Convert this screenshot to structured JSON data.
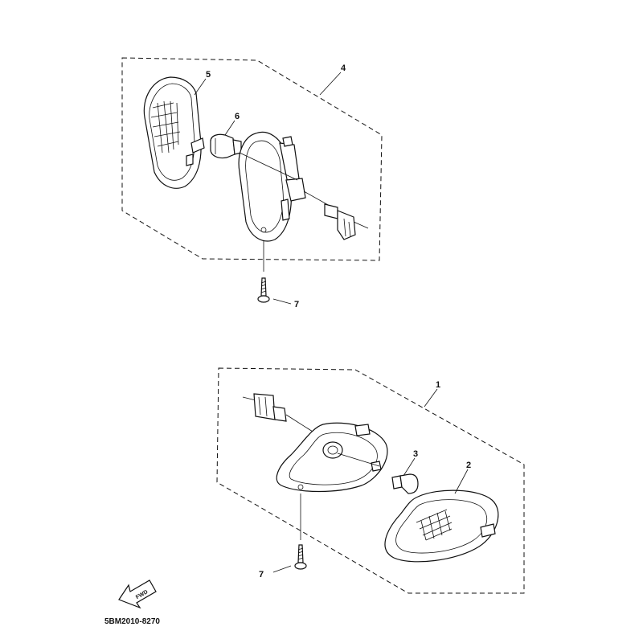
{
  "callouts": {
    "c1": "1",
    "c2": "2",
    "c3": "3",
    "c4": "4",
    "c5": "5",
    "c6": "6",
    "c7a": "7",
    "c7b": "7"
  },
  "fwd_label": "FWD",
  "diagram_code": "5BM2010-8270"
}
